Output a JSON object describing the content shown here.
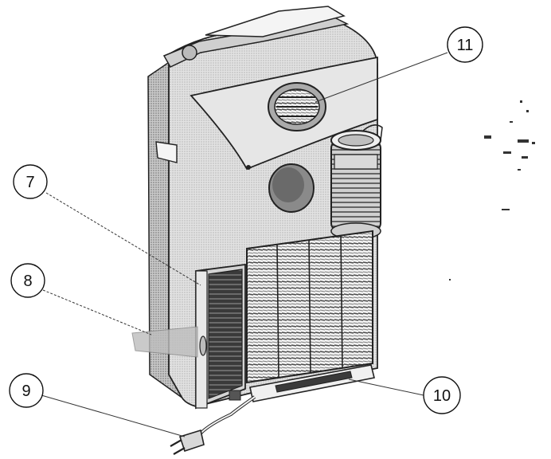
{
  "callouts": [
    {
      "id": "callout-7",
      "label": "7"
    },
    {
      "id": "callout-8",
      "label": "8"
    },
    {
      "id": "callout-9",
      "label": "9"
    },
    {
      "id": "callout-10",
      "label": "10"
    },
    {
      "id": "callout-11",
      "label": "11"
    }
  ],
  "colors": {
    "line": "#222222",
    "body_light": "#d9d9d9",
    "body_mid": "#bdbdbd",
    "body_dark": "#8f8f8f",
    "shadow": "#5a5a5a",
    "background": "#ffffff"
  }
}
